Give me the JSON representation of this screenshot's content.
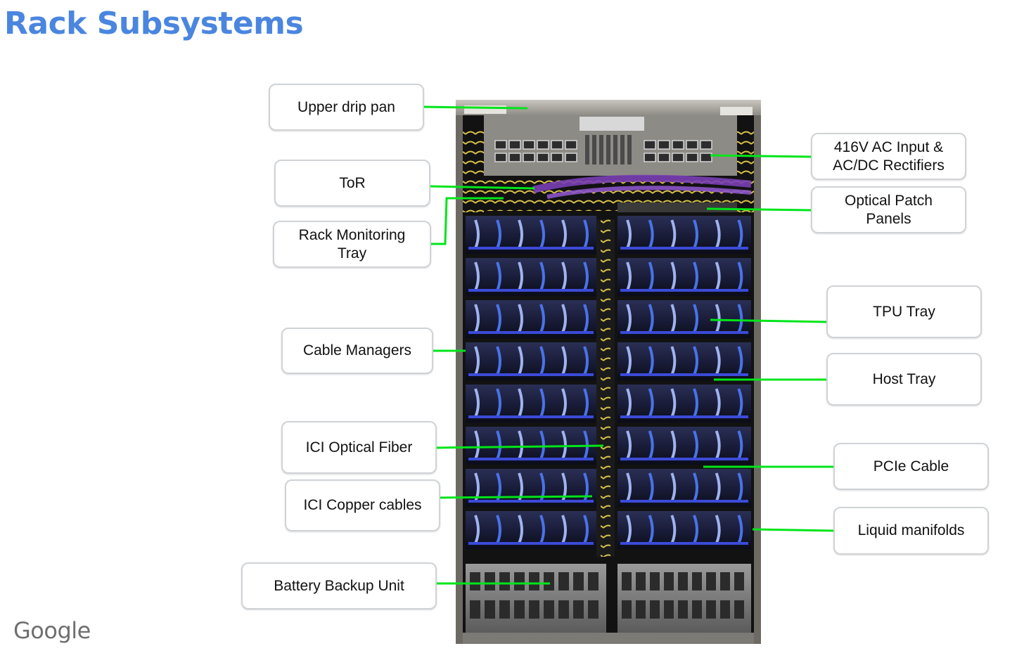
{
  "title": "Rack Subsystems",
  "brand": "Google",
  "colors": {
    "title": "#4a86e0",
    "leader": "#00e51a",
    "box_border": "#d0d3d6"
  },
  "labels": {
    "upper_drip_pan": "Upper drip pan",
    "tor": "ToR",
    "rack_monitoring_tray": "Rack Monitoring\nTray",
    "cable_managers": "Cable Managers",
    "ici_optical_fiber": "ICI Optical Fiber",
    "ici_copper_cables": "ICI Copper cables",
    "battery_backup_unit": "Battery Backup Unit",
    "ac_input_rectifiers": "416V AC Input &\nAC/DC Rectifiers",
    "optical_patch_panels": "Optical Patch\nPanels",
    "tpu_tray": "TPU Tray",
    "host_tray": "Host Tray",
    "pcie_cable": "PCIe Cable",
    "liquid_manifolds": "Liquid manifolds"
  }
}
